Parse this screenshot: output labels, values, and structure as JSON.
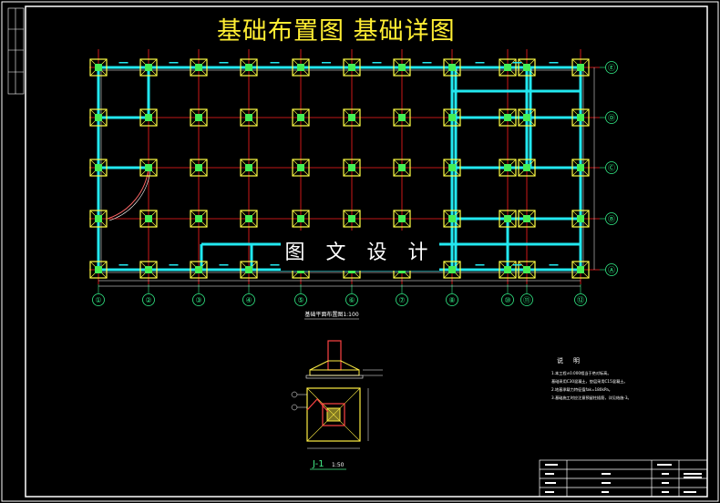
{
  "title": "基础布置图 基础详图",
  "watermark": "图 文 设 计",
  "plan_caption": "基础平面布置图1:100",
  "columns": [
    "①",
    "②",
    "③",
    "④",
    "⑤",
    "⑥",
    "⑦",
    "⑧",
    "⑩",
    "⑪",
    "⑫"
  ],
  "rows": [
    "Ⓔ",
    "Ⓓ",
    "Ⓒ",
    "Ⓑ",
    "Ⓐ"
  ],
  "detail": {
    "label": "J-1",
    "scale": "1:50"
  },
  "notes": {
    "heading": "说　明",
    "lines": [
      "1.本工程±0.000相当于绝对标高。",
      "  基础采用C30混凝土，垫层采用C15混凝土。",
      "2.地基承载力特征值fak=180kPa。",
      "3.基础施工时应注意预留柱插筋，详见结施-3。"
    ]
  },
  "colors": {
    "bg": "#000000",
    "grid": "#ff2020",
    "beam": "#22e8f0",
    "footing": "#ffff44",
    "axis": "#33ee88",
    "frame": "#ffffff"
  }
}
